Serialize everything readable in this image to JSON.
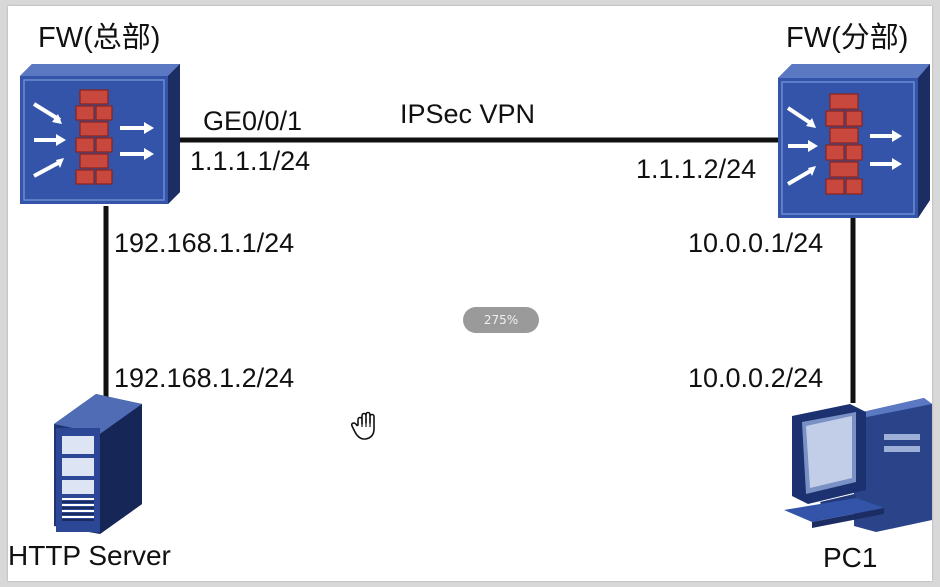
{
  "viewer": {
    "zoom_label": "275%",
    "cursor_icon": "hand-grab-cursor-icon"
  },
  "diagram": {
    "hq_firewall": {
      "title": "FW(总部)",
      "icon": "firewall-icon",
      "color": "#2f4c99"
    },
    "branch_firewall": {
      "title": "FW(分部)",
      "icon": "firewall-icon",
      "color": "#2f4c99"
    },
    "vpn_link": {
      "label": "IPSec VPN",
      "hq_interface": "GE0/0/1",
      "hq_ip": "1.1.1.1/24",
      "branch_ip": "1.1.1.2/24"
    },
    "hq_lan": {
      "gateway_ip": "192.168.1.1/24",
      "server_ip": "192.168.1.2/24",
      "server_label": "HTTP Server",
      "server_icon": "server-icon"
    },
    "branch_lan": {
      "gateway_ip": "10.0.0.1/24",
      "pc_ip": "10.0.0.2/24",
      "pc_label": "PC1",
      "pc_icon": "desktop-pc-icon"
    },
    "colors": {
      "device_blue": "#2f4c99",
      "brick_red": "#c8483e",
      "link": "#111111"
    }
  }
}
